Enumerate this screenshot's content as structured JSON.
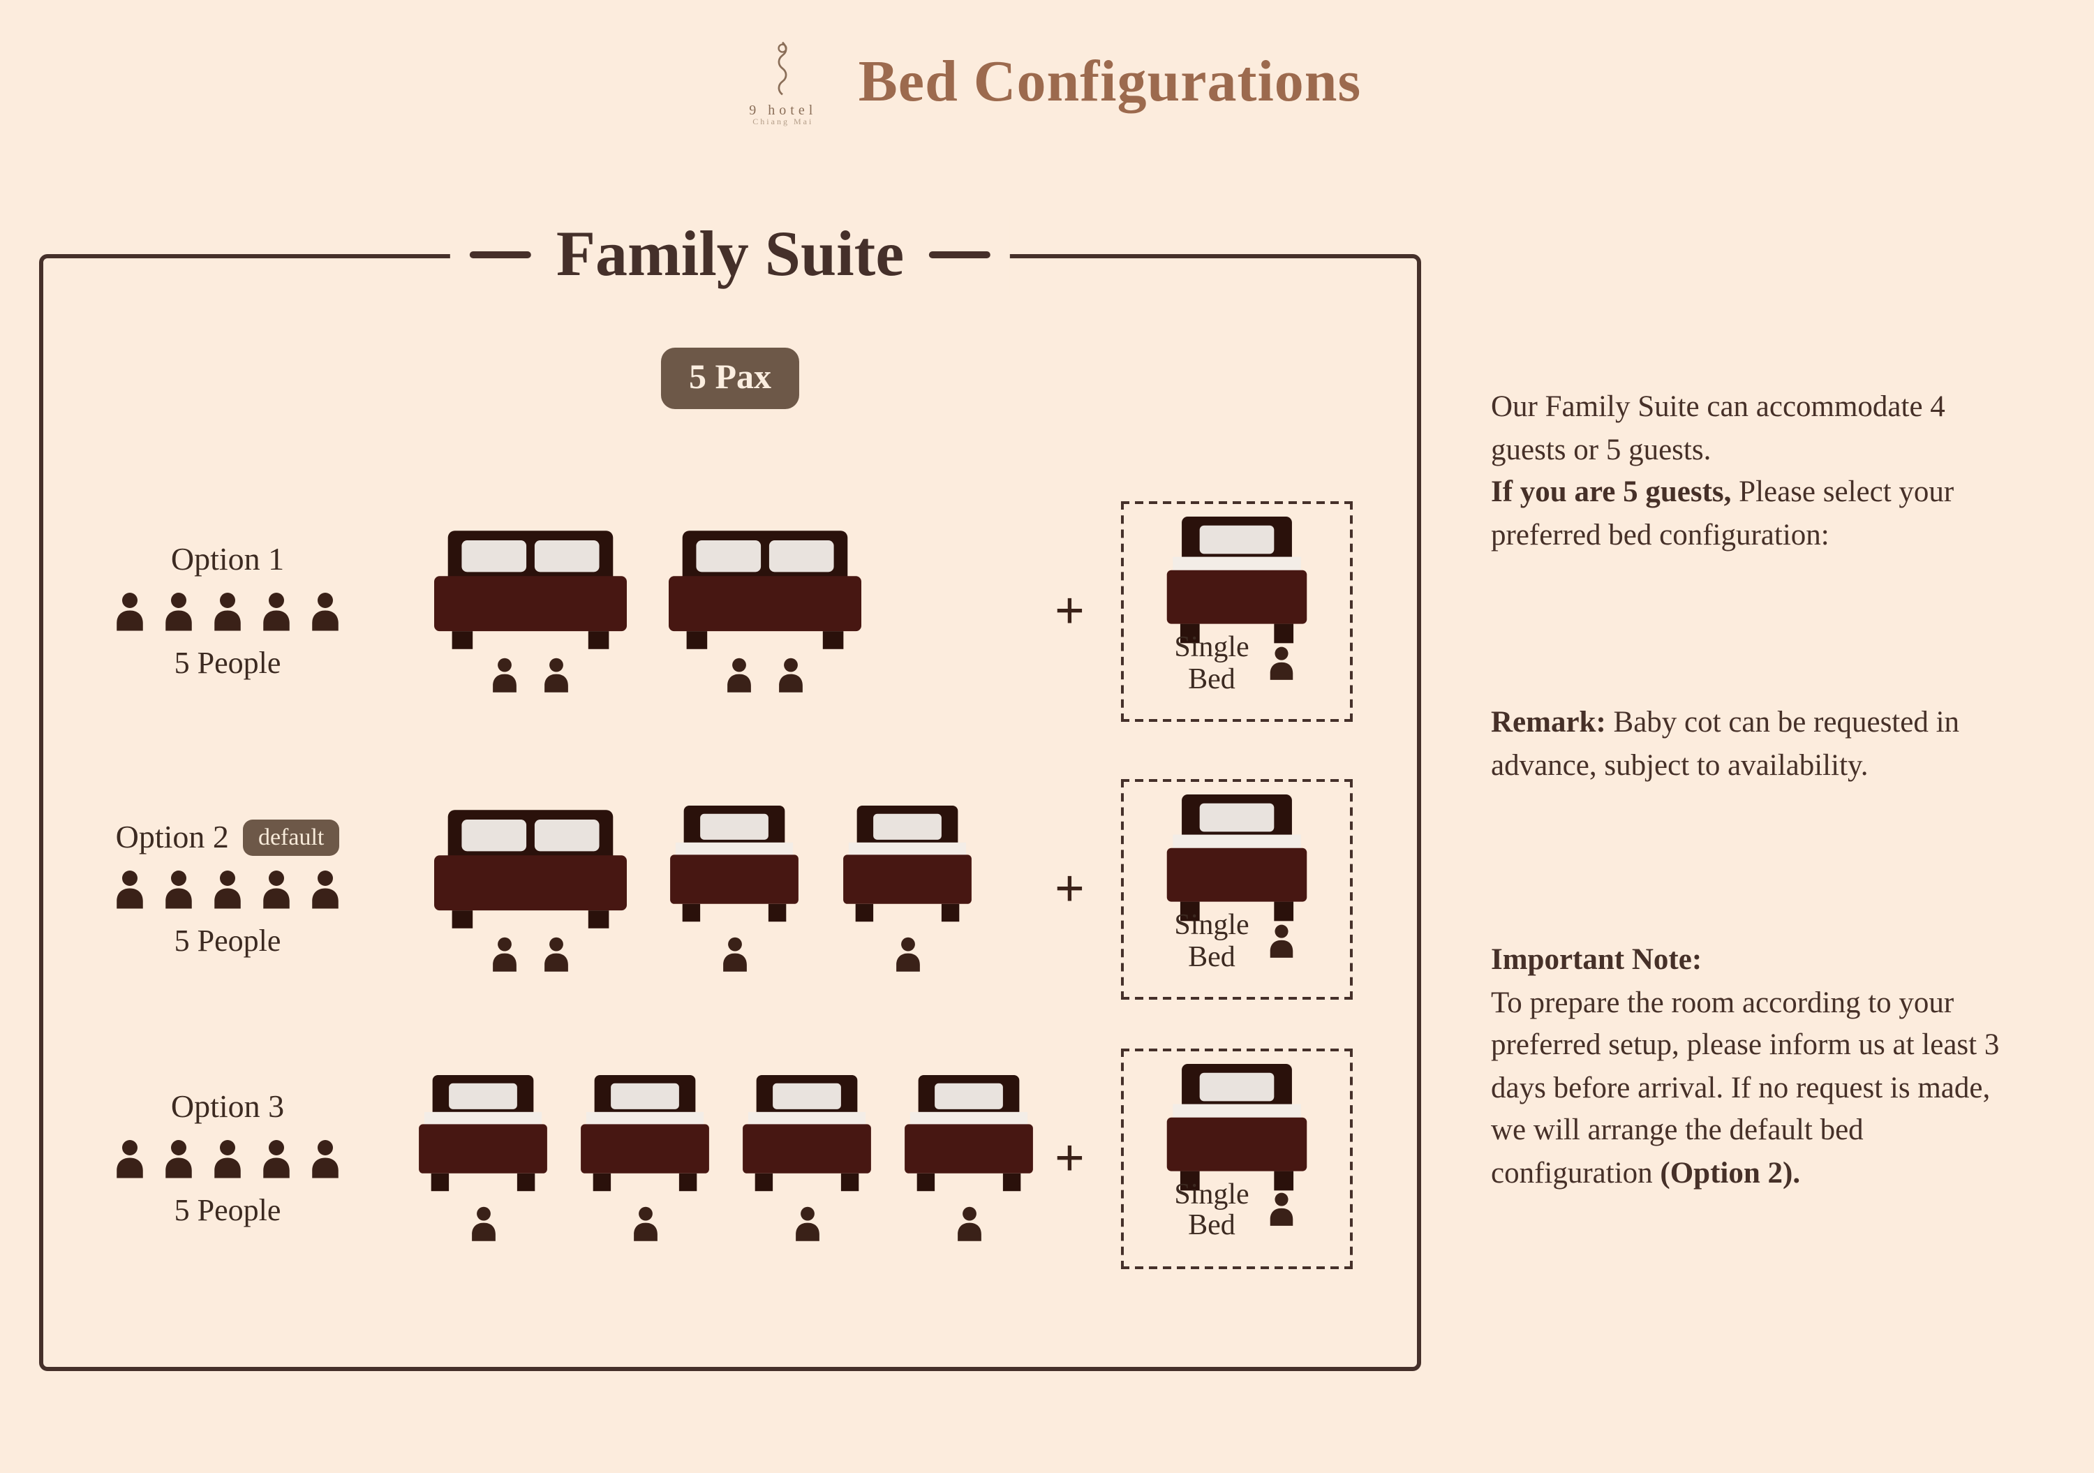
{
  "colors": {
    "background": "#fcecdd",
    "title_brown": "#9c6a4e",
    "dark_brown": "#45302a",
    "badge_brown": "#6d5848",
    "bed_maroon": "#471712",
    "icon_brown": "#3a2118"
  },
  "header": {
    "logo_name": "9 hotel",
    "logo_city": "Chiang Mai",
    "title": "Bed Configurations"
  },
  "suite": {
    "title": "Family Suite",
    "pax_badge": "5 Pax",
    "plus": "+",
    "single_bed": {
      "line1": "Single",
      "line2": "Bed"
    },
    "options": [
      {
        "label": "Option 1",
        "people_label": "5 People",
        "beds": [
          "double",
          "double"
        ],
        "extra_bed": "single"
      },
      {
        "label": "Option 2",
        "badge": "default",
        "people_label": "5 People",
        "beds": [
          "double",
          "single",
          "single"
        ],
        "extra_bed": "single"
      },
      {
        "label": "Option 3",
        "people_label": "5 People",
        "beds": [
          "single",
          "single",
          "single",
          "single"
        ],
        "extra_bed": "single"
      }
    ]
  },
  "info": {
    "intro_text": "Our Family Suite can accommodate 4 guests or 5 guests.",
    "intro_bold": "If you are 5 guests,",
    "intro_rest": " Please select your preferred bed configuration:",
    "remark_label": "Remark:",
    "remark_text": " Baby cot can be requested in advance, subject to availability.",
    "note_title": "Important Note:",
    "note_body": "To prepare the room according to your preferred setup, please inform us at least 3 days before arrival. If no request is made, we will arrange the default bed configuration ",
    "note_bold": "(Option 2)."
  }
}
